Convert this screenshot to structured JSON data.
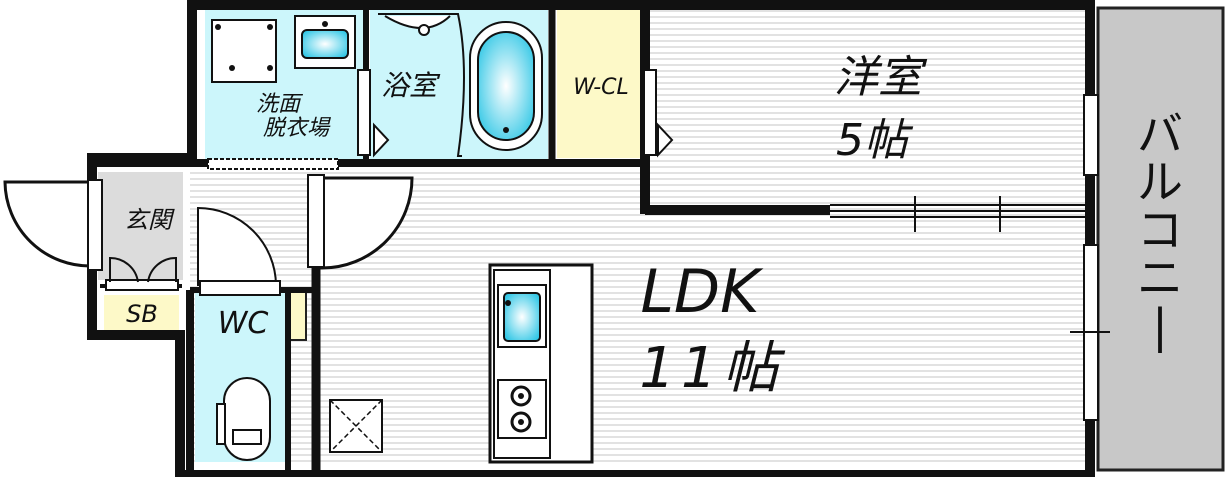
{
  "rooms": {
    "washroom": "洗面\n脱衣場",
    "bathroom": "浴室",
    "walk_in_closet": "W-CL",
    "western_room": "洋室",
    "western_room_size": "5帖",
    "entrance": "玄関",
    "shoe_box": "SB",
    "toilet": "WC",
    "ldk": "LDK",
    "ldk_size": "11帖",
    "balcony": "バルコニー"
  },
  "colors": {
    "wall": "#111111",
    "wet_area": "#ccf6fb",
    "closet": "#fdf9c8",
    "balcony": "#c8c8c8",
    "floor_stripe": "#d0d0d0",
    "entrance": "#dcdcdc",
    "water": "#35c8e6"
  }
}
